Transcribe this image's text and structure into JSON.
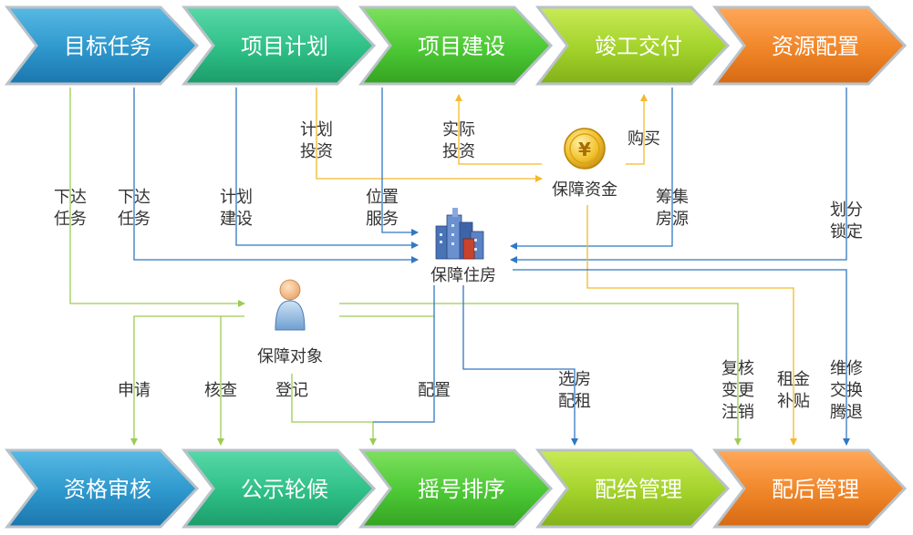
{
  "top_stages": [
    {
      "label": "目标任务",
      "color": "#2e9bd0"
    },
    {
      "label": "项目计划",
      "color": "#2fc08c"
    },
    {
      "label": "项目建设",
      "color": "#4fcb3a"
    },
    {
      "label": "竣工交付",
      "color": "#a4d42c"
    },
    {
      "label": "资源配置",
      "color": "#f08a2a"
    }
  ],
  "bottom_stages": [
    {
      "label": "资格审核",
      "color": "#2e9bd0"
    },
    {
      "label": "公示轮候",
      "color": "#2fc08c"
    },
    {
      "label": "摇号排序",
      "color": "#4fcb3a"
    },
    {
      "label": "配给管理",
      "color": "#a4d42c"
    },
    {
      "label": "配后管理",
      "color": "#f08a2a"
    }
  ],
  "nodes": {
    "fund": "保障资金",
    "housing": "保障住房",
    "person": "保障对象"
  },
  "fund_symbol": "¥",
  "edge_labels": {
    "xd1": [
      "下达",
      "任务"
    ],
    "xd2": [
      "下达",
      "任务"
    ],
    "jhjs": [
      "计划",
      "建设"
    ],
    "jhtz": [
      "计划",
      "投资"
    ],
    "wzfw": [
      "位置",
      "服务"
    ],
    "sjtz": [
      "实际",
      "投资"
    ],
    "gm": [
      "购买"
    ],
    "czfy": [
      "筹集",
      "房源"
    ],
    "hfsd": [
      "划分",
      "锁定"
    ],
    "sq": [
      "申请"
    ],
    "hc": [
      "核查"
    ],
    "dj": [
      "登记"
    ],
    "pz": [
      "配置"
    ],
    "xfpz": [
      "选房",
      "配租"
    ],
    "fhbg": [
      "复核",
      "变更",
      "注销"
    ],
    "zjbt": [
      "租金",
      "补贴"
    ],
    "wxjh": [
      "维修",
      "交换",
      "腾退"
    ]
  },
  "colors": {
    "line_green": "#9ccc55",
    "line_blue": "#2f78c4",
    "line_yellow": "#f5b92a",
    "gray_stroke": "#b9c2c8"
  }
}
